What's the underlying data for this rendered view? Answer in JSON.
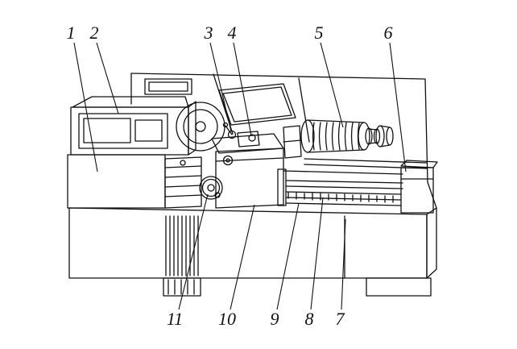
{
  "figure": {
    "kind": "technical line drawing with numbered callouts",
    "colors": {
      "ink": "#111111",
      "background": "#ffffff"
    },
    "callouts": [
      {
        "id": "callout-1",
        "text": "1"
      },
      {
        "id": "callout-2",
        "text": "2"
      },
      {
        "id": "callout-3",
        "text": "3"
      },
      {
        "id": "callout-4",
        "text": "4"
      },
      {
        "id": "callout-5",
        "text": "5"
      },
      {
        "id": "callout-6",
        "text": "6"
      },
      {
        "id": "callout-7",
        "text": "7"
      },
      {
        "id": "callout-8",
        "text": "8"
      },
      {
        "id": "callout-9",
        "text": "9"
      },
      {
        "id": "callout-10",
        "text": "10"
      },
      {
        "id": "callout-11",
        "text": "11"
      }
    ]
  }
}
